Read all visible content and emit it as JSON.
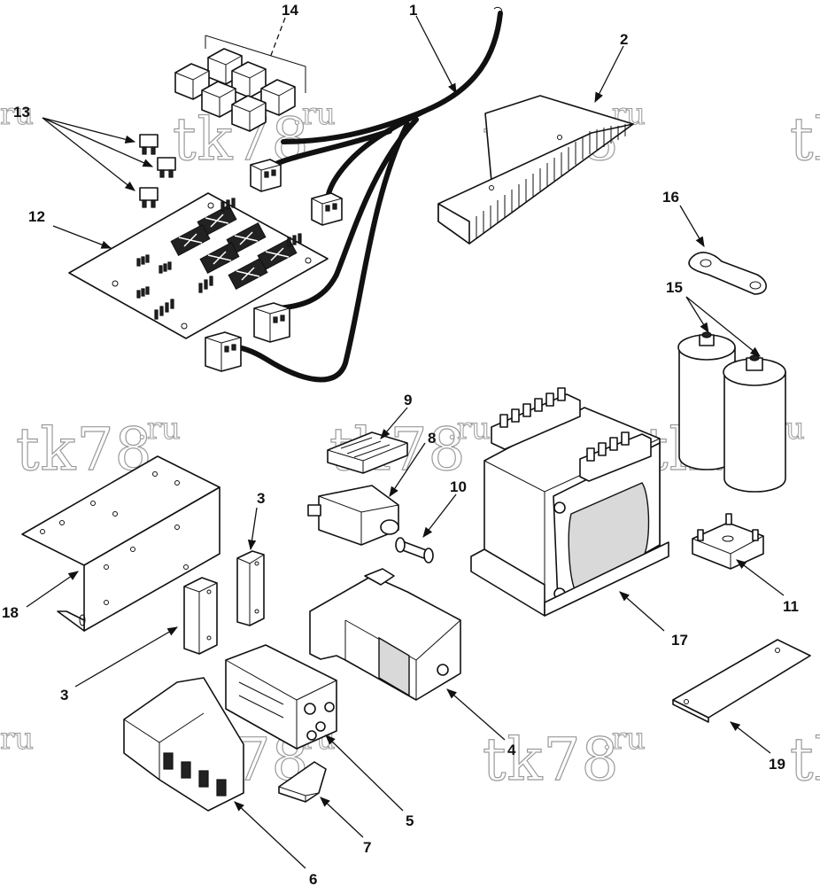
{
  "watermark": {
    "text_main": "tk78",
    "text_suffix": ".ru",
    "text_left_fragment": "ru",
    "text_right_fragment": "tl"
  },
  "callouts": {
    "c1": "1",
    "c2": "2",
    "c3a": "3",
    "c3b": "3",
    "c4": "4",
    "c5": "5",
    "c6": "6",
    "c7": "7",
    "c8": "8",
    "c9": "9",
    "c10": "10",
    "c11": "11",
    "c12": "12",
    "c13": "13",
    "c14": "14",
    "c15": "15",
    "c16": "16",
    "c17": "17",
    "c18": "18",
    "c19": "19"
  }
}
